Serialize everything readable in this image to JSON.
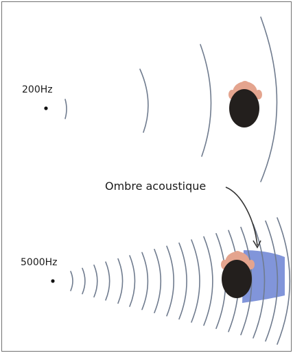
{
  "labels": {
    "low_frequency": "200Hz",
    "high_frequency": "5000Hz",
    "acoustic_shadow": "Ombre acoustique"
  },
  "colors": {
    "wave": "#6f7b8e",
    "shadow": "#7a8fd8",
    "hair": "#231f1d",
    "skin": "#e4a48e",
    "text": "#1a1a1a"
  },
  "icons": [
    "sound-source-dot",
    "head-top-view",
    "arrow-pointer"
  ]
}
